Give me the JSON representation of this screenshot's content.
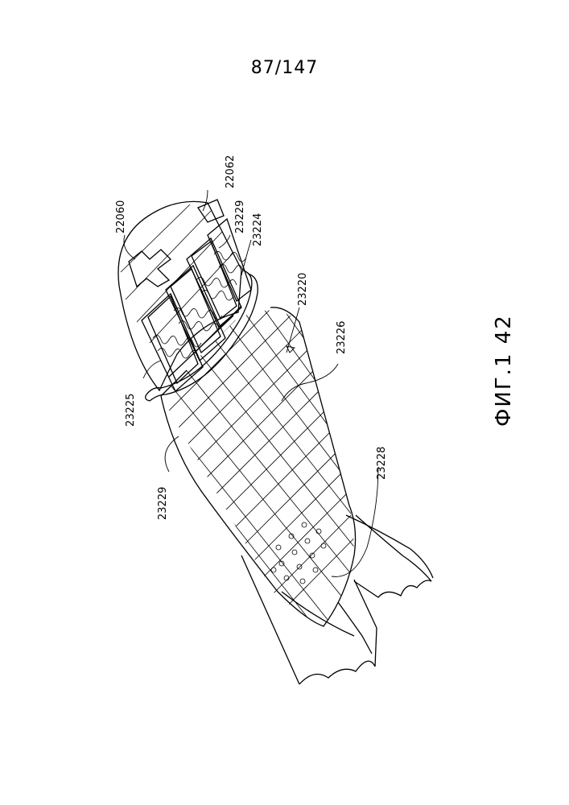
{
  "page": {
    "number": "87/147"
  },
  "figure": {
    "label": "ФИГ.1 42",
    "reference_numerals": {
      "r22060": "22060",
      "r22062": "22062",
      "r23229a": "23229",
      "r23224": "23224",
      "r23220": "23220",
      "r23226": "23226",
      "r23225": "23225",
      "r23229b": "23229",
      "r23228": "23228"
    }
  }
}
